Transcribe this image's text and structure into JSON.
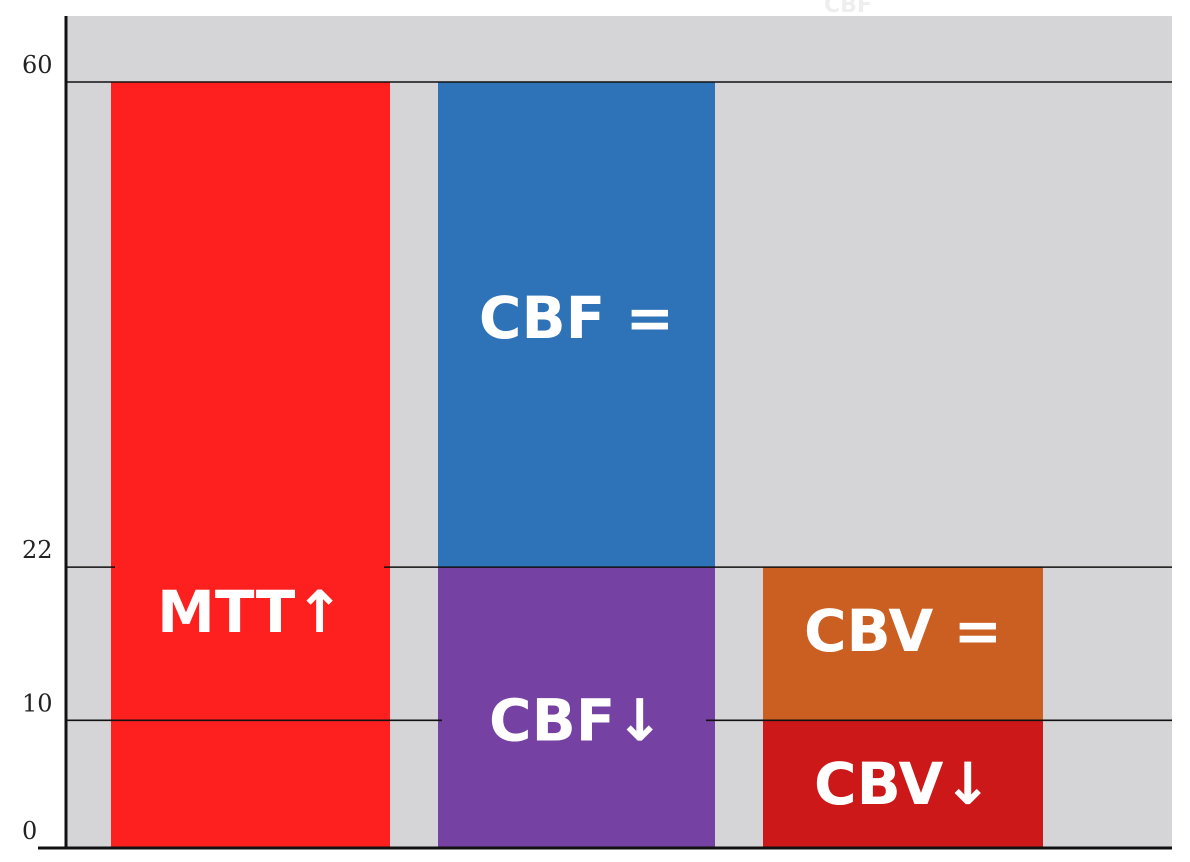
{
  "chart_data": {
    "type": "bar",
    "stacked": true,
    "title": "",
    "xlabel": "",
    "ylabel": "",
    "ylim": [
      0,
      60
    ],
    "y_ticks": [
      {
        "value": 0,
        "label": "0"
      },
      {
        "value": 10,
        "label": "10"
      },
      {
        "value": 22,
        "label": "22"
      },
      {
        "value": 60,
        "label": "60"
      }
    ],
    "reference_lines": [
      10,
      22,
      60
    ],
    "grid": false,
    "legend": "none",
    "colors": {
      "background": "#d5d4d7",
      "axis": "#111111",
      "mtt": "#fe1f1f",
      "cbf_equal": "#2e72b8",
      "cbf_down": "#7541a2",
      "cbv_equal": "#cb5e21",
      "cbv_down": "#cc1818"
    },
    "bars": [
      {
        "segments": [
          {
            "from": 0,
            "to": 60,
            "label": "MTT↑",
            "label_at": 18.5,
            "color": "#fe1f1f"
          }
        ]
      },
      {
        "segments": [
          {
            "from": 0,
            "to": 22,
            "label": "CBF↓",
            "label_at": 10,
            "color": "#7541a2"
          },
          {
            "from": 22,
            "to": 60,
            "label": "CBF =",
            "label_at": 41.5,
            "color": "#2e72b8"
          }
        ]
      },
      {
        "segments": [
          {
            "from": 0,
            "to": 10,
            "label": "CBV↓",
            "label_at": 5,
            "color": "#cc1818"
          },
          {
            "from": 10,
            "to": 22,
            "label": "CBV =",
            "label_at": 17,
            "color": "#cb5e21"
          }
        ]
      }
    ],
    "faint_label": "CBF"
  }
}
